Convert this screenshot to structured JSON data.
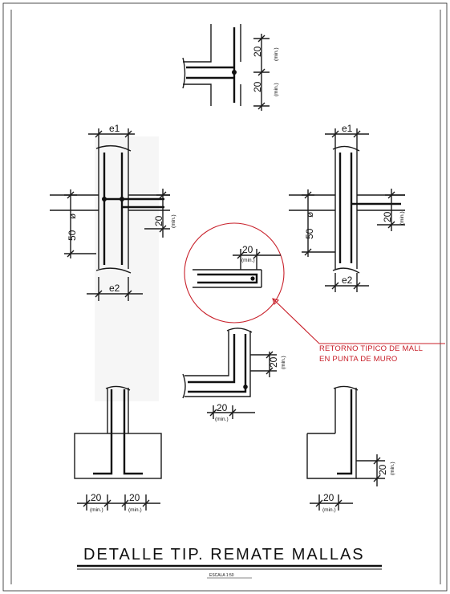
{
  "title": "DETALLE TIP. REMATE MALLAS",
  "scale": "ESCALA 1:50",
  "note": {
    "line1": "RETORNO TIPICO DE MALL",
    "line2": "EN PUNTA DE MURO"
  },
  "dims": {
    "twenty": "20",
    "fifty": "50",
    "phi": "ø",
    "min": "(min.)",
    "e1": "e1",
    "e2": "e2"
  },
  "colors": {
    "line": "#1a1a1a",
    "annotation": "#c8202a",
    "fill": "#f6f6f6"
  }
}
